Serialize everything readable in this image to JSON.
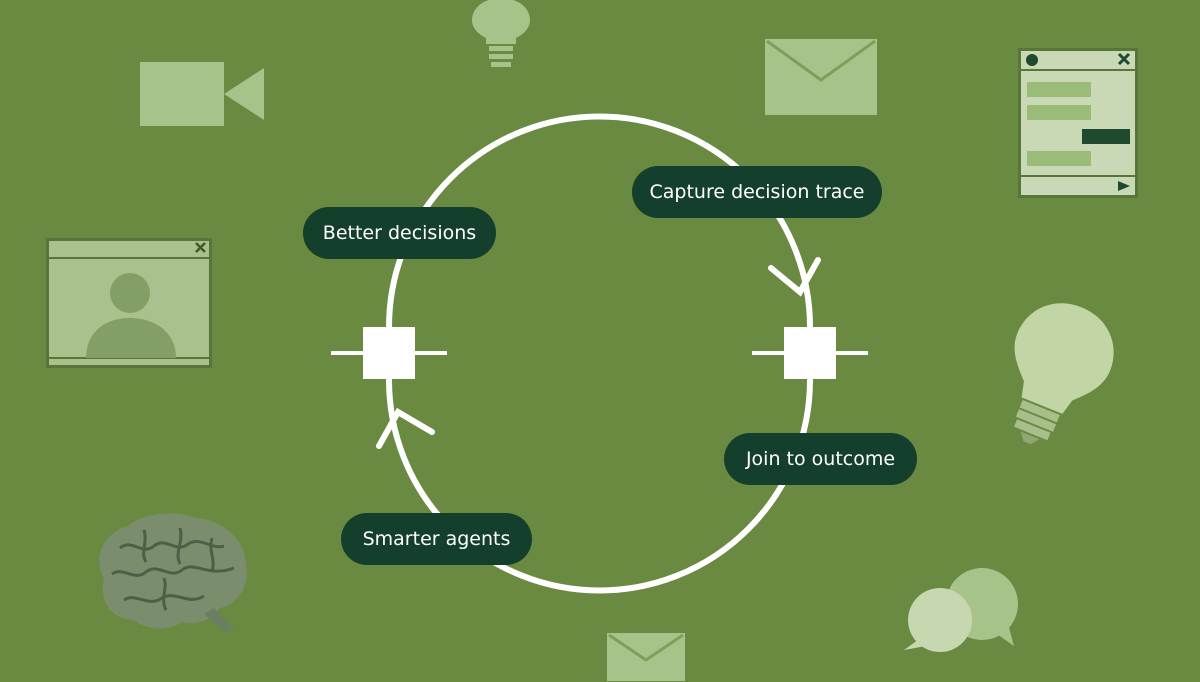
{
  "diagram": {
    "steps": [
      {
        "id": "capture",
        "label": "Capture decision trace"
      },
      {
        "id": "join",
        "label": "Join to outcome"
      },
      {
        "id": "agents",
        "label": "Smarter agents"
      },
      {
        "id": "decisions",
        "label": "Better decisions"
      }
    ]
  },
  "colors": {
    "background": "#6a8a41",
    "pill": "#143f2c",
    "loop": "#ffffff",
    "icon_light": "#b9cf9d",
    "icon_dark": "#1f4a30"
  },
  "icons": [
    "video-camera-icon",
    "light-bulb-icon",
    "envelope-icon",
    "chat-window-icon",
    "video-call-window-icon",
    "light-bulb-icon",
    "brain-icon",
    "chat-bubbles-icon",
    "envelope-icon"
  ]
}
